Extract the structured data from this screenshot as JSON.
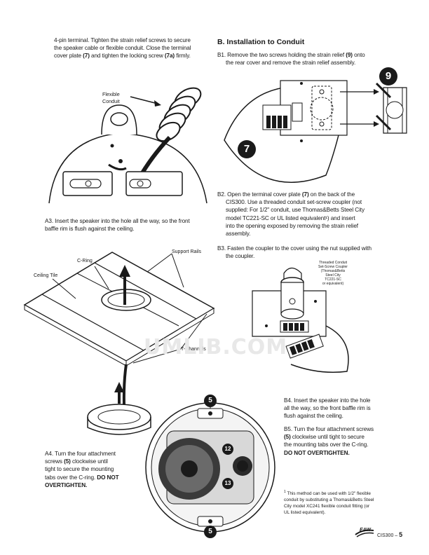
{
  "left": {
    "intro": {
      "l1": "4-pin terminal. Tighten the strain relief screws to secure",
      "l2": "the speaker cable or flexible conduit. Close the terminal",
      "l3a": "cover plate ",
      "l3b": "(7)",
      "l3c": " and tighten the locking screw ",
      "l3d": "(7a)",
      "l3e": " firmly."
    },
    "fig1_label_1": "Flexible",
    "fig1_label_2": "Conduit",
    "a3": {
      "l1": "A3. Insert the speaker into the hole all the way, so the front",
      "l2": "baffle rim is flush against the ceiling."
    },
    "fig2": {
      "c_ring": "C-Ring",
      "ceiling_tile": "Ceiling Tile",
      "support_rails": "Support Rails",
      "t_channels": "T-Channels"
    },
    "a4": {
      "l1": "A4. Turn the four attachment",
      "l2a": "screws ",
      "l2b": "(5)",
      "l2c": " clockwise until",
      "l3": "tight to secure the mounting",
      "l4a": "tabs over the C-ring. ",
      "l4b": "DO NOT",
      "l5": "OVERTIGHTEN."
    }
  },
  "right": {
    "heading": "B. Installation to Conduit",
    "b1": {
      "l1a": "B1. Remove the two screws holding the strain relief ",
      "l1b": "(9)",
      "l1c": " onto",
      "l2": "the rear cover and remove the strain relief assembly."
    },
    "callout_9": "9",
    "callout_7": "7",
    "b2": {
      "l1a": "B2. Open the terminal cover plate ",
      "l1b": "(7)",
      "l1c": " on the back of the",
      "l2": "CIS300. Use a threaded conduit set-screw coupler (not",
      "l3": "supplied: For 1/2\" conduit, use Thomas&Betts Steel City",
      "l4": "model TC221-SC or UL listed equivalent¹) and insert",
      "l5": "into the opening exposed by removing the strain relief",
      "l6": "assembly."
    },
    "b3": {
      "l1": "B3. Fasten the coupler to the cover using the nut supplied with",
      "l2": "the coupler."
    },
    "coupler_note": [
      "Threaded Conduit",
      "Set-Screw Coupler",
      "(Thomas&Betts",
      "Steel City",
      "TC221-SC",
      "or equivalent)"
    ],
    "b4": {
      "l1": "B4. Insert the speaker into the hole",
      "l2": "all the way, so the front baffle rim is",
      "l3": "flush against the ceiling."
    },
    "b5": {
      "l1": "B5. Turn the four attachment screws",
      "l2a": "(5)",
      "l2b": " clockwise until tight to secure",
      "l3": "the mounting tabs over the C-ring.",
      "l4": "DO NOT OVERTIGHTEN."
    },
    "footnote": {
      "l1a": "1",
      "l1b": " This method can be used with 1/2\" flexible",
      "l2": "conduit by substituting a Thomas&Betts Steel",
      "l3": "City model XC241 flexible conduit fitting (or",
      "l4": "UL listed equivalent)."
    },
    "speaker_callouts": {
      "top": "5",
      "bottom": "5",
      "c12": "12",
      "c13": "13"
    }
  },
  "footer": {
    "logo": "EAW",
    "model": "CIS300 – ",
    "page": "5"
  },
  "watermark": "UMLIB.COM"
}
